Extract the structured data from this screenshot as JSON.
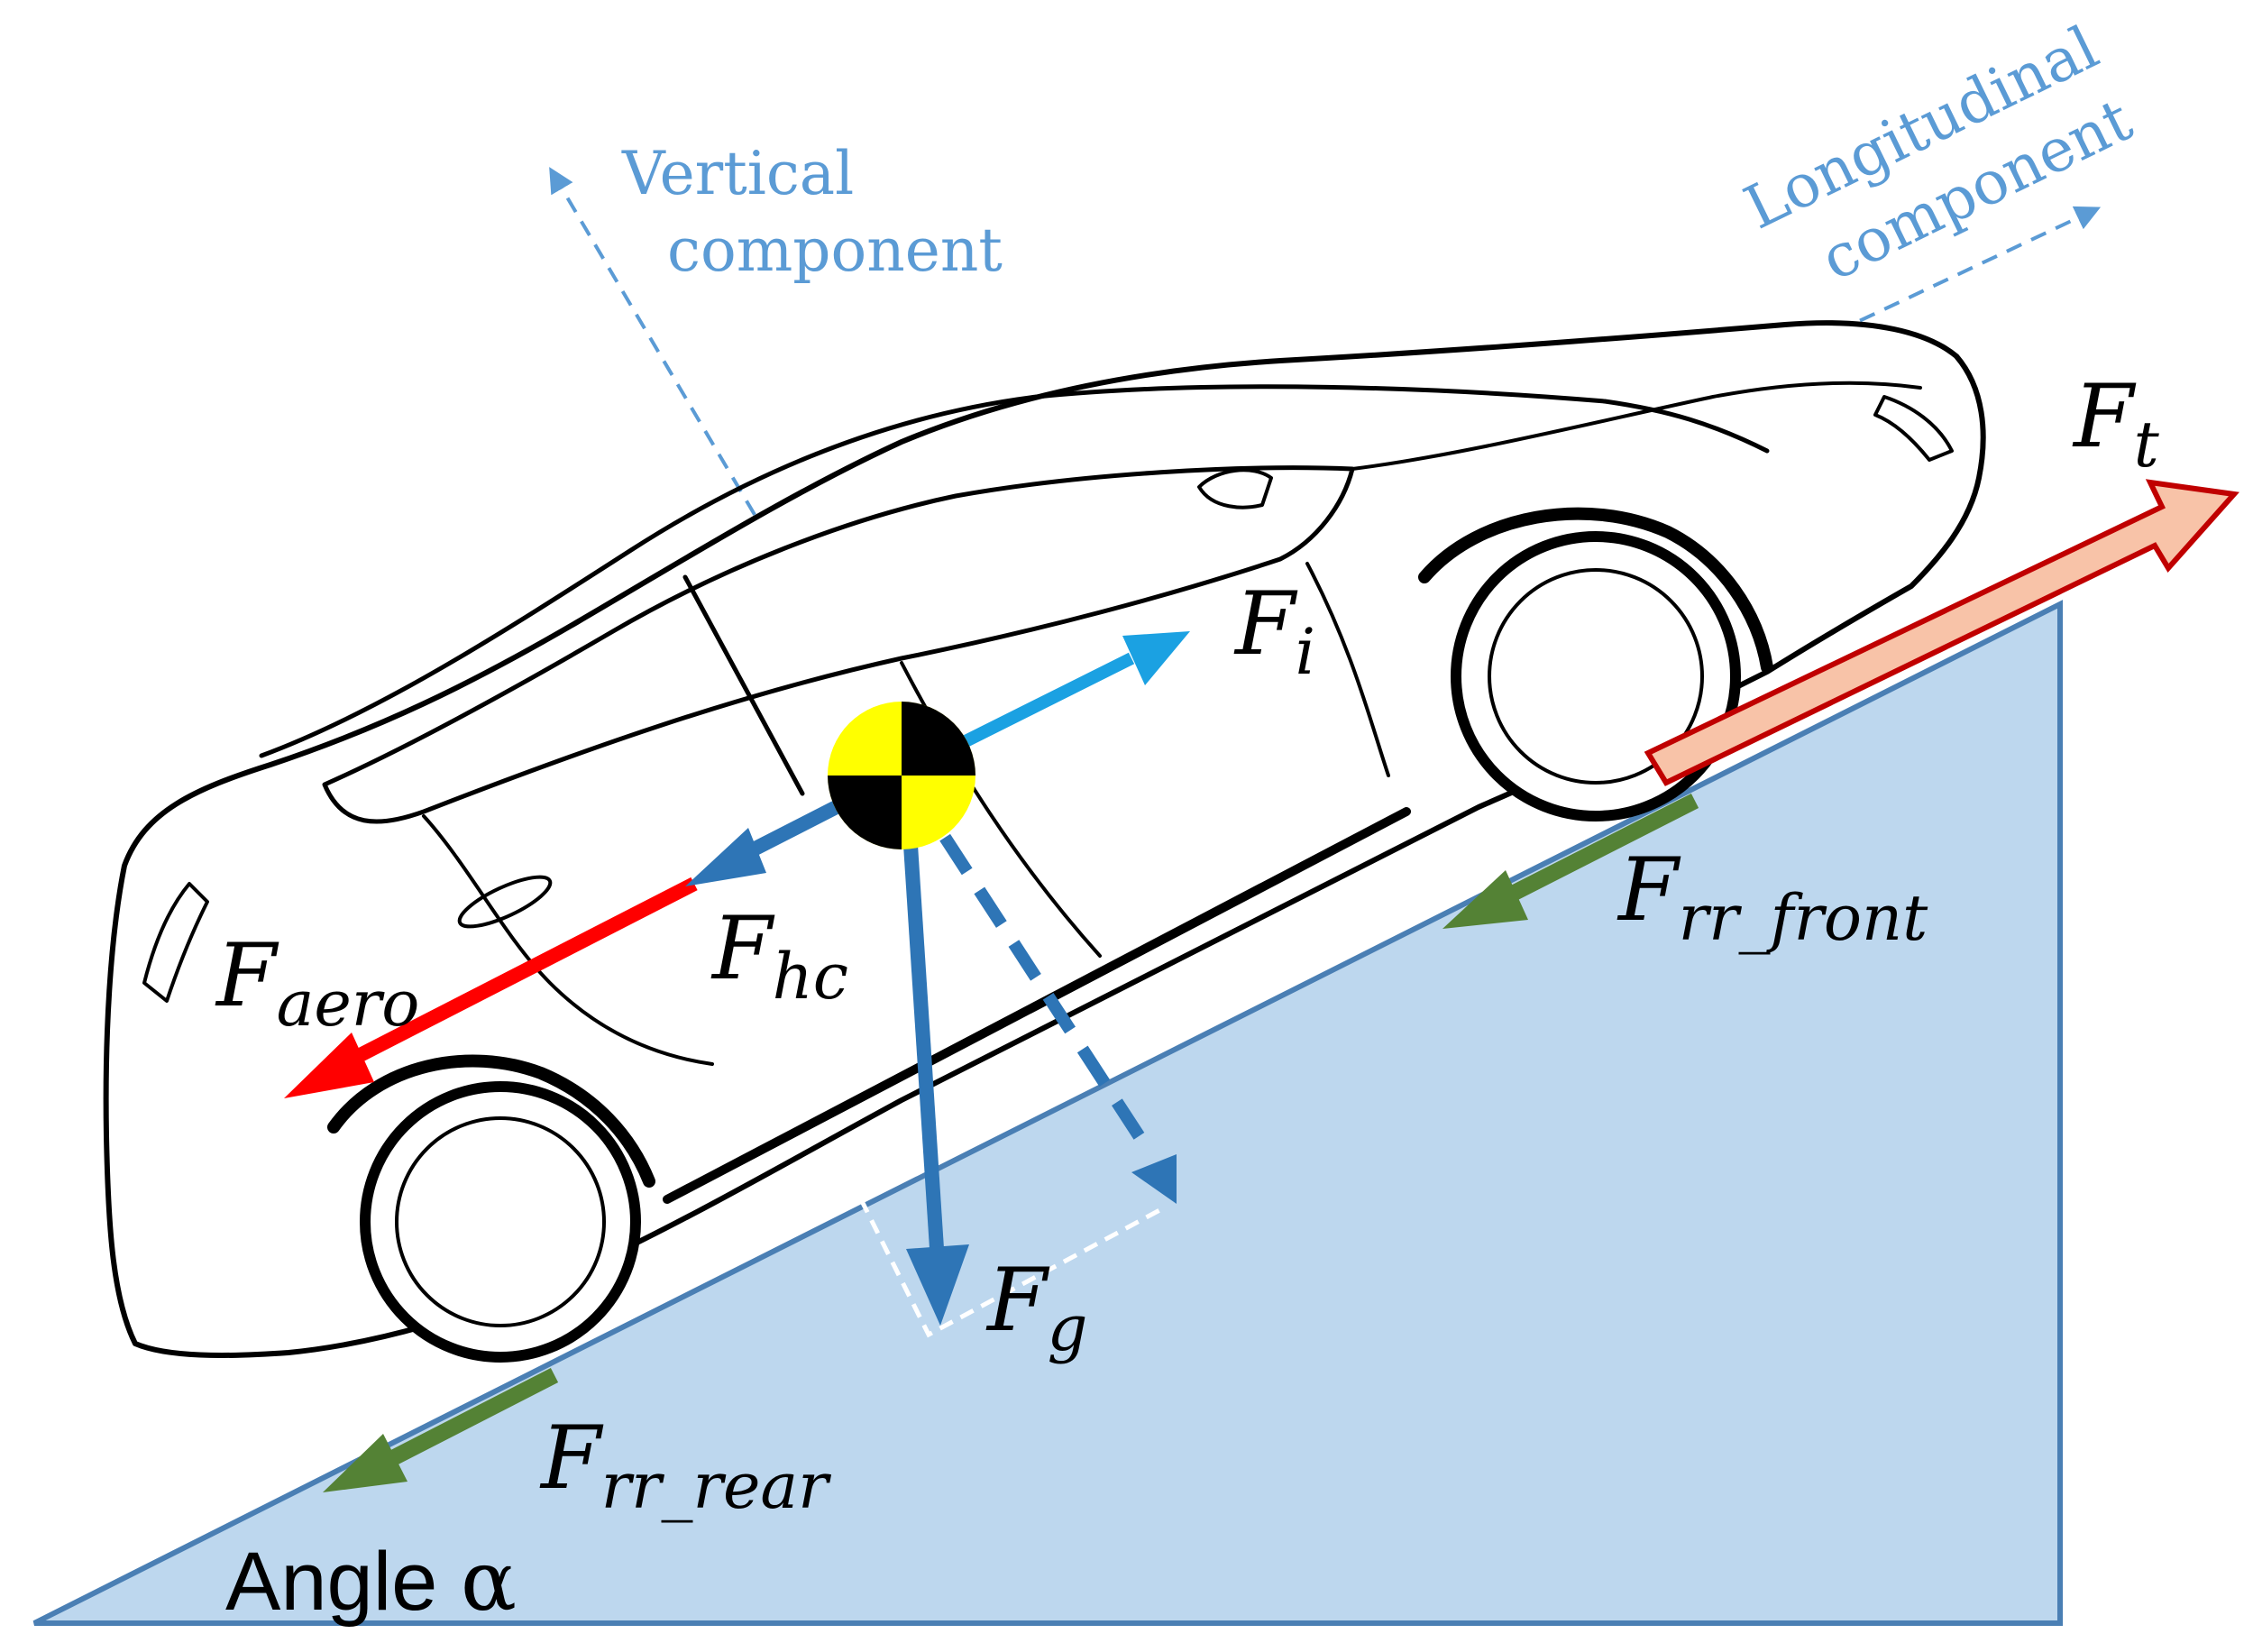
{
  "labels": {
    "vertical_line1": "Vertical",
    "vertical_line2": "component",
    "longitudinal_line1": "Longitudinal",
    "longitudinal_line2": "component",
    "angle_word": "Angle",
    "angle_symbol": "α"
  },
  "forces": {
    "traction": {
      "base": "F",
      "sub": "t"
    },
    "inertia": {
      "base": "F",
      "sub": "i"
    },
    "hill_climb": {
      "base": "F",
      "sub": "hc"
    },
    "aero": {
      "base": "F",
      "sub": "aero"
    },
    "gravity": {
      "base": "F",
      "sub": "g"
    },
    "rr_front": {
      "base": "F",
      "sub": "rr_front"
    },
    "rr_rear": {
      "base": "F",
      "sub": "rr_rear"
    }
  },
  "colors": {
    "slope_fill": "#bdd7ee",
    "slope_stroke": "#4a7fb4",
    "component_dashed": "#5b9bd5",
    "component_text": "#5b9bd5",
    "inertia_arrow": "#1ba1e2",
    "hill_climb_arrow": "#2e75b6",
    "gravity_arrow": "#2e75b6",
    "aero_arrow": "#ff0000",
    "rolling_resistance_arrow": "#548235",
    "traction_fill": "#f8c3a8",
    "traction_stroke": "#c00000",
    "cog_yellow": "#ffff00",
    "cog_black": "#000000"
  }
}
